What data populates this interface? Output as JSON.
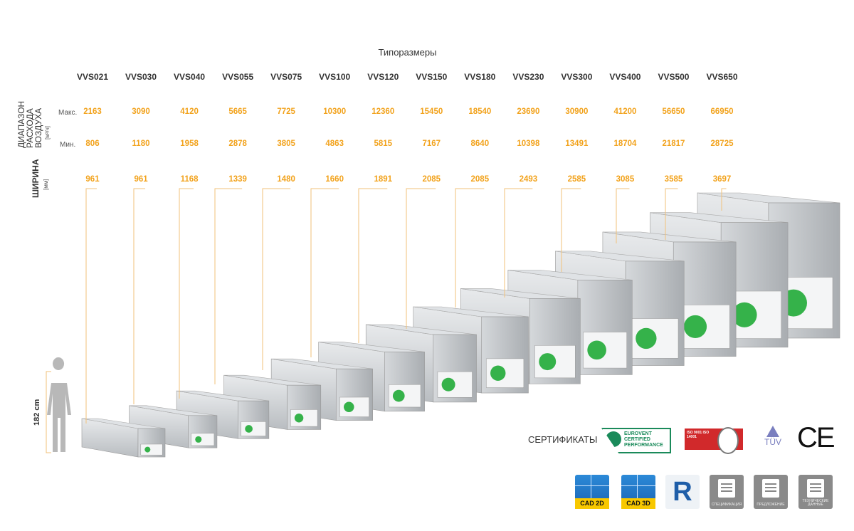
{
  "header": {
    "title": "Типоразмеры"
  },
  "rows": {
    "airflow_label": "ДИАПАЗОН РАСХОДА ВОЗДУХА",
    "airflow_unit": "[м³/ч]",
    "max_label": "Макс.",
    "min_label": "Мин.",
    "width_label": "ШИРИНА",
    "width_unit": "[мм]"
  },
  "models": [
    {
      "name": "VVS021",
      "max": "2163",
      "min": "806",
      "width": "961"
    },
    {
      "name": "VVS030",
      "max": "3090",
      "min": "1180",
      "width": "961"
    },
    {
      "name": "VVS040",
      "max": "4120",
      "min": "1958",
      "width": "1168"
    },
    {
      "name": "VVS055",
      "max": "5665",
      "min": "2878",
      "width": "1339"
    },
    {
      "name": "VVS075",
      "max": "7725",
      "min": "3805",
      "width": "1480"
    },
    {
      "name": "VVS100",
      "max": "10300",
      "min": "4863",
      "width": "1660"
    },
    {
      "name": "VVS120",
      "max": "12360",
      "min": "5815",
      "width": "1891"
    },
    {
      "name": "VVS150",
      "max": "15450",
      "min": "7167",
      "width": "2085"
    },
    {
      "name": "VVS180",
      "max": "18540",
      "min": "8640",
      "width": "2085"
    },
    {
      "name": "VVS230",
      "max": "23690",
      "min": "10398",
      "width": "2493"
    },
    {
      "name": "VVS300",
      "max": "30900",
      "min": "13491",
      "width": "2585"
    },
    {
      "name": "VVS400",
      "max": "41200",
      "min": "18704",
      "width": "3085"
    },
    {
      "name": "VVS500",
      "max": "56650",
      "min": "21817",
      "width": "3585"
    },
    {
      "name": "VVS650",
      "max": "66950",
      "min": "28725",
      "width": "3697"
    }
  ],
  "person": {
    "height_label": "182 cm"
  },
  "certificates": {
    "label": "СЕРТИФИКАТЫ",
    "eurovent": "EUROVENT CERTIFIED PERFORMANCE",
    "iso": "ISO 9001 ISO 14001",
    "tuv": "TÜV",
    "ce": "CE"
  },
  "downloads": [
    {
      "label": "CAD 2D"
    },
    {
      "label": "CAD 3D"
    },
    {
      "label": "R"
    },
    {
      "label": "СПЕЦИФИКАЦИЯ"
    },
    {
      "label": "ПРЕДЛОЖЕНИЕ"
    },
    {
      "label": "ТЕХНИЧЕСКИЕ ДАННЫЕ"
    }
  ],
  "colors": {
    "accent": "#f2a21b",
    "text": "#333333"
  }
}
